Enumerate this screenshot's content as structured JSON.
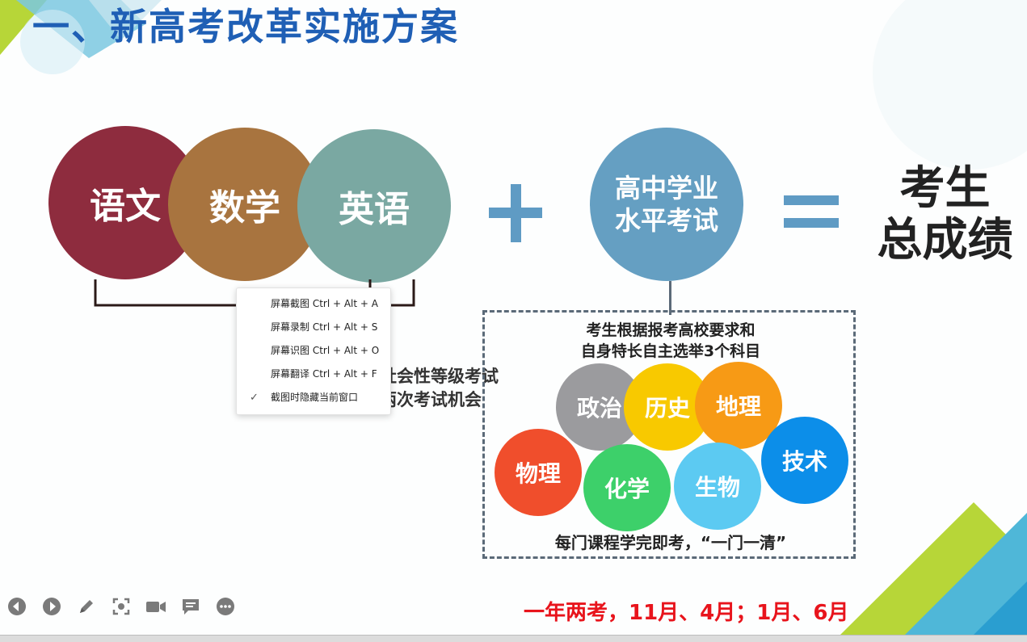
{
  "slide": {
    "title": "一、新高考改革实施方案",
    "required_subjects": [
      {
        "label": "语文",
        "color": "#8e2c3e"
      },
      {
        "label": "数学",
        "color": "#a8743f"
      },
      {
        "label": "英语",
        "color": "#7aa8a2"
      }
    ],
    "plus_sign": "+",
    "level_exam": {
      "line1": "高中学业",
      "line2": "水平考试",
      "color": "#659fc2"
    },
    "equals_sign": "=",
    "result": {
      "line1": "考生",
      "line2": "总成绩"
    },
    "hidden_text": {
      "line1": "社会性等级考试",
      "line2": "两次考试机会"
    },
    "elective_box": {
      "desc_line1": "考生根据报考高校要求和",
      "desc_line2": "自身特长自主选举3个科目",
      "subjects": [
        {
          "label": "政治",
          "color": "#9b9b9e"
        },
        {
          "label": "历史",
          "color": "#f8c900"
        },
        {
          "label": "地理",
          "color": "#f79a15"
        },
        {
          "label": "物理",
          "color": "#f04e2c"
        },
        {
          "label": "化学",
          "color": "#3dd06a"
        },
        {
          "label": "生物",
          "color": "#5ccaf2"
        },
        {
          "label": "技术",
          "color": "#0c8ee9"
        }
      ],
      "footer": "每门课程学完即考，“一门一清”"
    },
    "schedule": "一年两考，11月、4月；1月、6月"
  },
  "context_menu": {
    "items": [
      {
        "label": "屏幕截图 Ctrl + Alt + A",
        "checked": false
      },
      {
        "label": "屏幕录制 Ctrl + Alt + S",
        "checked": false
      },
      {
        "label": "屏幕识图 Ctrl + Alt + O",
        "checked": false
      },
      {
        "label": "屏幕翻译 Ctrl + Alt + F",
        "checked": false
      },
      {
        "label": "截图时隐藏当前窗口",
        "checked": true
      }
    ],
    "check_glyph": "✓"
  },
  "toolbar": {
    "buttons": [
      {
        "icon": "previous-icon"
      },
      {
        "icon": "next-icon"
      },
      {
        "icon": "pen-icon"
      },
      {
        "icon": "screenshot-icon"
      },
      {
        "icon": "camera-icon"
      },
      {
        "icon": "comment-icon"
      },
      {
        "icon": "more-icon"
      }
    ]
  },
  "colors": {
    "title": "#1f5fb5",
    "schedule": "#e8141c",
    "operator": "#5f9bc4",
    "deco_blue": "#4fb7d8",
    "deco_green": "#b7d638"
  }
}
